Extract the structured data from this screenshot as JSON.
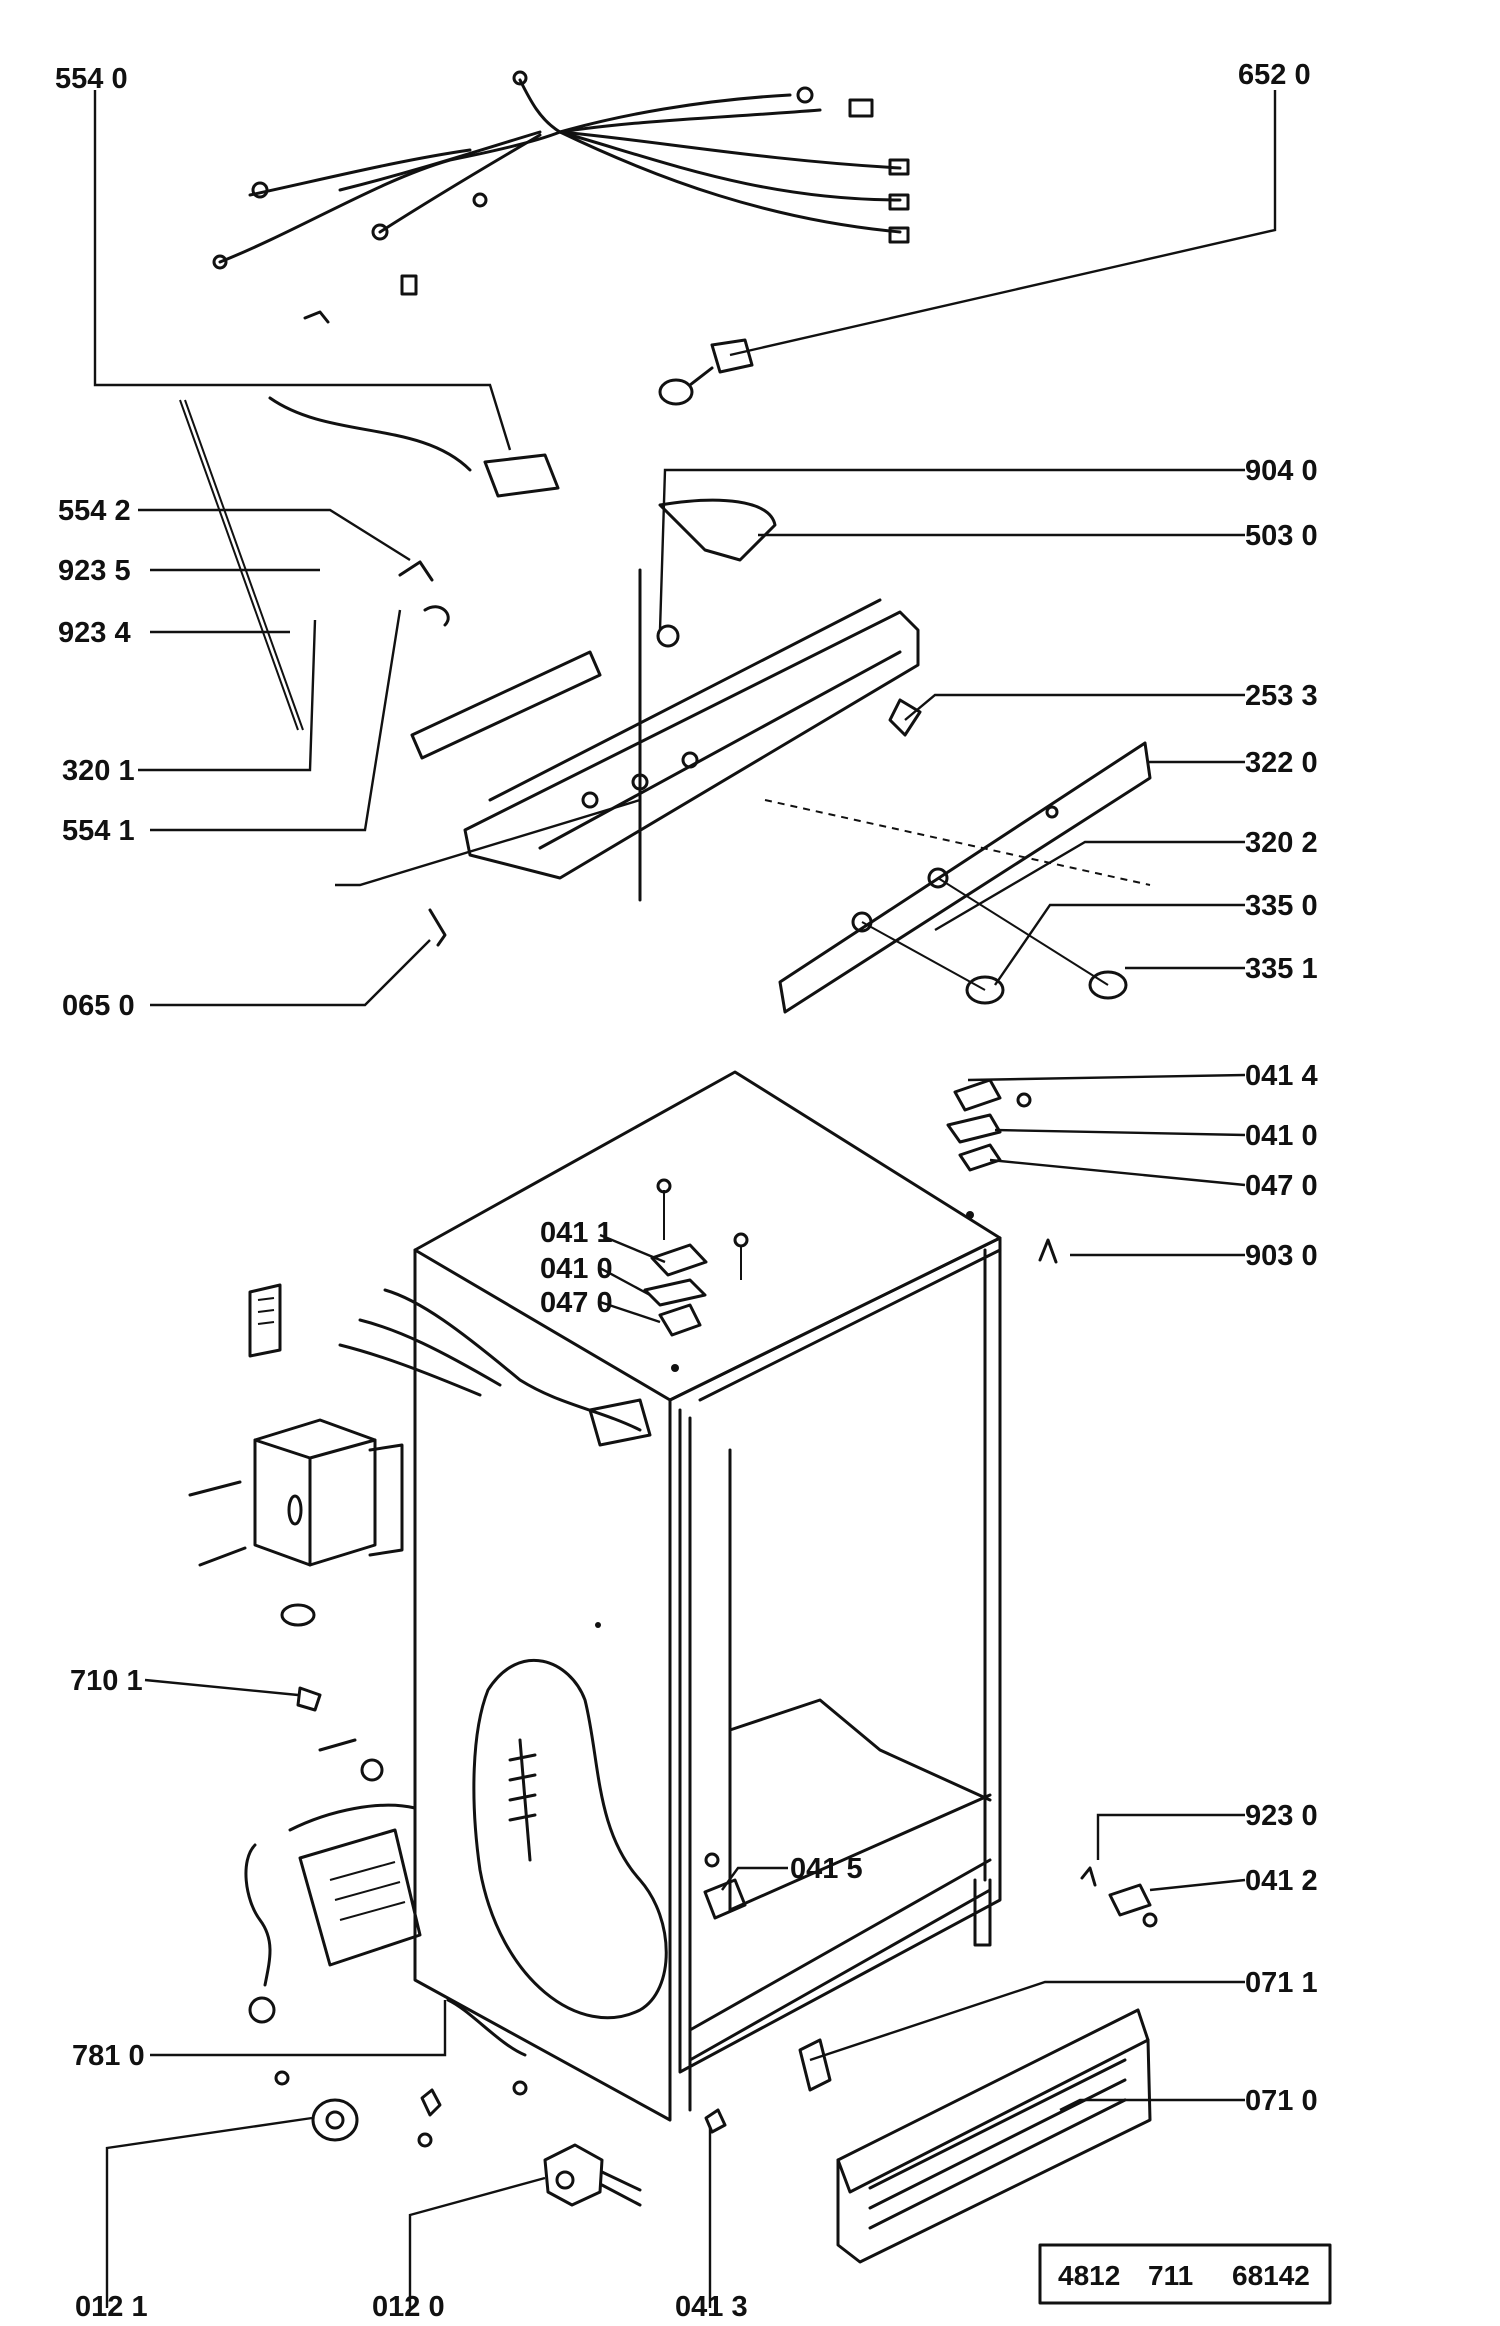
{
  "diagram": {
    "labels": {
      "l5540": "554 0",
      "l6520": "652 0",
      "l9040": "904 0",
      "l5030": "503 0",
      "l5542": "554 2",
      "l9235": "923 5",
      "l9234": "923 4",
      "l2533": "253 3",
      "l3220": "322 0",
      "l3201": "320 1",
      "l5541": "554 1",
      "l3202": "320 2",
      "l3350": "335 0",
      "l3351": "335 1",
      "l0650": "065 0",
      "l0414": "041 4",
      "l0410r": "041 0",
      "l0470r": "047 0",
      "l0411": "041 1",
      "l0410c": "041 0",
      "l0470c": "047 0",
      "l9030": "903 0",
      "l7101": "710 1",
      "l9230": "923 0",
      "l0415": "041 5",
      "l0412": "041 2",
      "l0711": "071 1",
      "l7810": "781 0",
      "l0710": "071 0",
      "l0121": "012 1",
      "l0120": "012 0",
      "l0413": "041 3"
    },
    "drawing_code": {
      "a": "4812",
      "b": "711",
      "c": "68142"
    }
  }
}
